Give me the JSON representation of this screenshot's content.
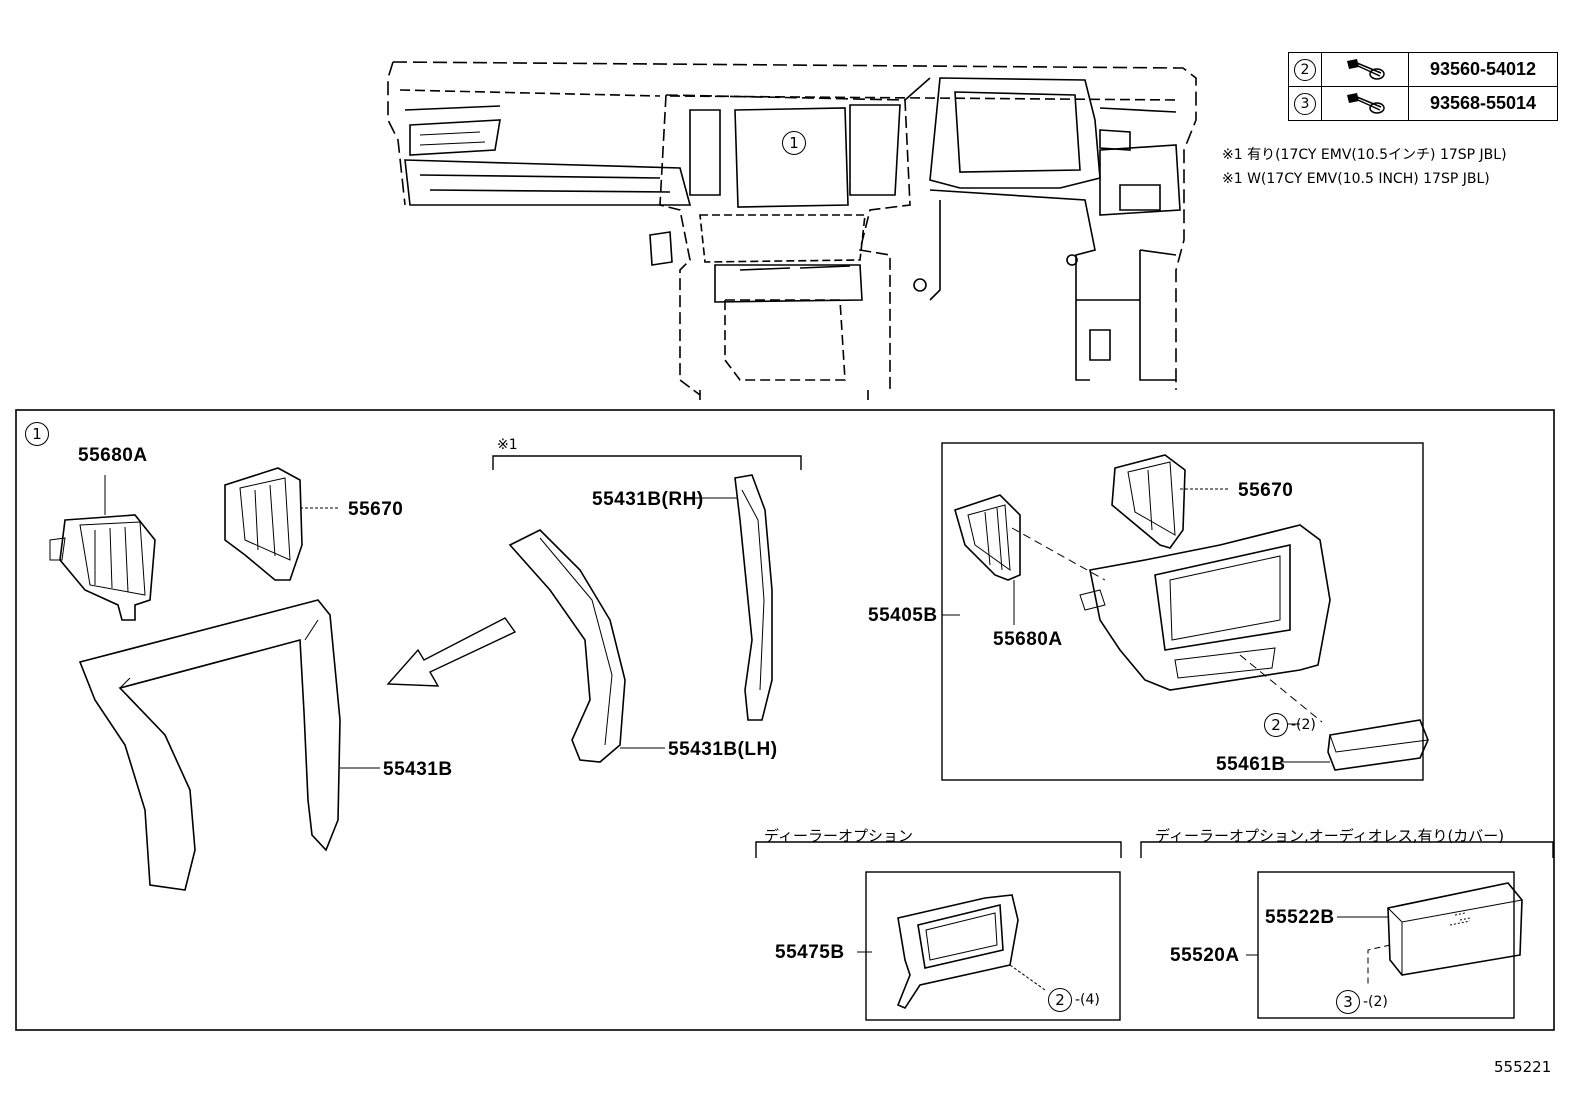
{
  "fastener_table": [
    {
      "ref": "2",
      "icon": "bolt-icon",
      "part": "93560-54012"
    },
    {
      "ref": "3",
      "icon": "bolt-icon",
      "part": "93568-55014"
    }
  ],
  "notes": [
    "※1 有り(17CY EMV(10.5インチ) 17SP JBL)",
    "※1 W(17CY EMV(10.5 INCH) 17SP JBL)"
  ],
  "overview_ref": "1",
  "assembly_ref": "1",
  "option_mark": "※1",
  "parts": {
    "p55680A_left": "55680A",
    "p55670_left": "55670",
    "p55431B": "55431B",
    "p55431B_RH": "55431B(RH)",
    "p55431B_LH": "55431B(LH)",
    "p55670_right": "55670",
    "p55405B": "55405B",
    "p55680A_right": "55680A",
    "p55461B": "55461B",
    "p55475B": "55475B",
    "p55520A": "55520A",
    "p55522B": "55522B"
  },
  "callouts": {
    "c1": {
      "ref": "2",
      "qty": "-(2)"
    },
    "c2": {
      "ref": "2",
      "qty": "-(4)"
    },
    "c3": {
      "ref": "3",
      "qty": "-(2)"
    }
  },
  "groups": {
    "dealer_option": "ディーラーオプション",
    "dealer_option_audio": "ディーラーオプション,オーディオレス,有り(カバー)"
  },
  "diagram_id": "555221"
}
